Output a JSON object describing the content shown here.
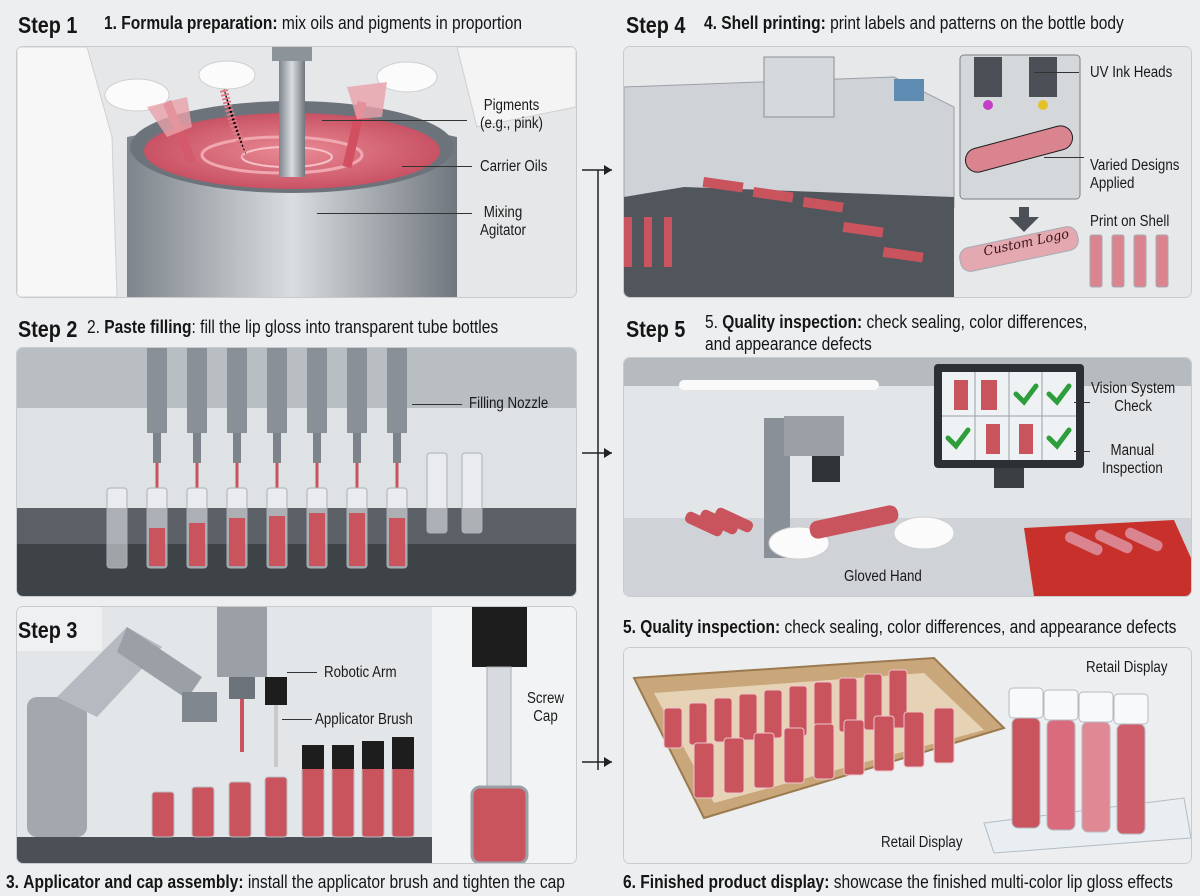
{
  "steps": [
    {
      "label": "Step 1",
      "num": "1.",
      "name": "Formula preparation:",
      "desc": "mix oils and pigments in proportion",
      "callouts": [
        "Pigments",
        "(e.g., pink)",
        "Carrier Oils",
        "Mixing",
        "Agitator"
      ]
    },
    {
      "label": "Step 2",
      "num": "2.",
      "name": "Paste filling",
      "desc": ": fill the lip gloss into transparent tube bottles",
      "callouts": [
        "Filling Nozzle"
      ]
    },
    {
      "label": "Step 3",
      "num": "3.",
      "name": "Applicator and cap assembly:",
      "desc": "install the applicator brush and tighten the cap",
      "callouts": [
        "Robotic Arm",
        "Applicator Brush",
        "Screw",
        "Cap"
      ]
    },
    {
      "label": "Step 4",
      "num": "4.",
      "name": "Shell printing:",
      "desc": "print labels and patterns on the bottle body",
      "callouts": [
        "UV Ink Heads",
        "Varied Designs",
        "Applied",
        "Print on Shell",
        "Custom Logo"
      ]
    },
    {
      "label": "Step 5",
      "num": "5.",
      "name": "Quality inspection:",
      "desc": "check sealing, color differences,",
      "desc2": "and appearance defects",
      "callouts": [
        "Vision System",
        "Check",
        "Manual",
        "Inspection",
        "Gloved Hand"
      ]
    },
    {
      "label": "",
      "num": "5.",
      "name": "Quality inspection:",
      "desc": "check sealing, color differences, and appearance defects",
      "callouts": [
        "Retail Display",
        "Retail Display"
      ]
    },
    {
      "label": "",
      "num": "6.",
      "name": "Finished product display:",
      "desc": "showcase the finished multi-color lip gloss effects",
      "callouts": []
    }
  ],
  "colors": {
    "background": "#eceef0",
    "gloss": "#c9545e",
    "steel": "#9aa0a6",
    "check": "#2e9e3c",
    "box": "#c9a77b"
  },
  "icons": [
    "arrow-right-icon",
    "checkmark-icon"
  ]
}
